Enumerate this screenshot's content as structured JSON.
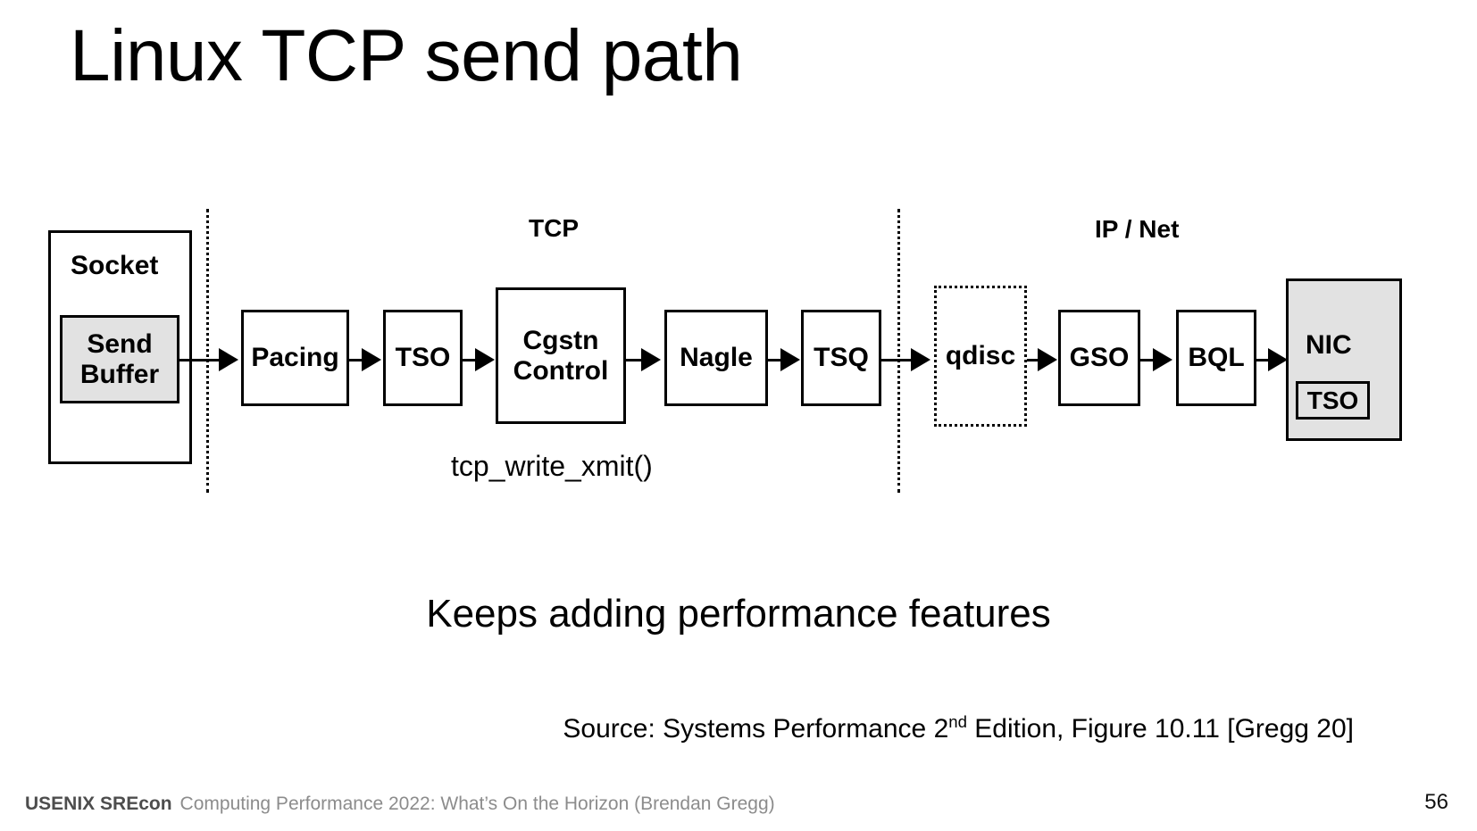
{
  "slide": {
    "title": "Linux TCP send path",
    "tagline": "Keeps adding performance features",
    "source_prefix": "Source: Systems Performance 2",
    "source_sup": "nd",
    "source_suffix": " Edition, Figure 10.11 [Gregg 20]",
    "page_number": "56"
  },
  "footer": {
    "brand": "USENIX SREcon",
    "subtitle": "Computing Performance 2022: What’s On the Horizon (Brendan Gregg)"
  },
  "diagram": {
    "section_labels": [
      {
        "text": "TCP"
      },
      {
        "text": "IP / Net"
      }
    ],
    "socket_group": {
      "label": "Socket",
      "inner_label": "Send\nBuffer",
      "inner_line1": "Send",
      "inner_line2": "Buffer"
    },
    "nic_group": {
      "label": "NIC",
      "inner_label": "TSO"
    },
    "nodes": [
      {
        "label": "Pacing",
        "style": "solid"
      },
      {
        "label": "TSO",
        "style": "solid"
      },
      {
        "label": "Cgstn\nControl",
        "line1": "Cgstn",
        "line2": "Control",
        "style": "solid"
      },
      {
        "label": "Nagle",
        "style": "solid"
      },
      {
        "label": "TSQ",
        "style": "solid"
      },
      {
        "label": "qdisc",
        "style": "dotted"
      },
      {
        "label": "GSO",
        "style": "solid"
      },
      {
        "label": "BQL",
        "style": "solid"
      }
    ],
    "function_label": "tcp_write_xmit()",
    "colors": {
      "fill_gray": "#e2e2e2",
      "stroke": "#000000",
      "background": "#ffffff"
    }
  }
}
